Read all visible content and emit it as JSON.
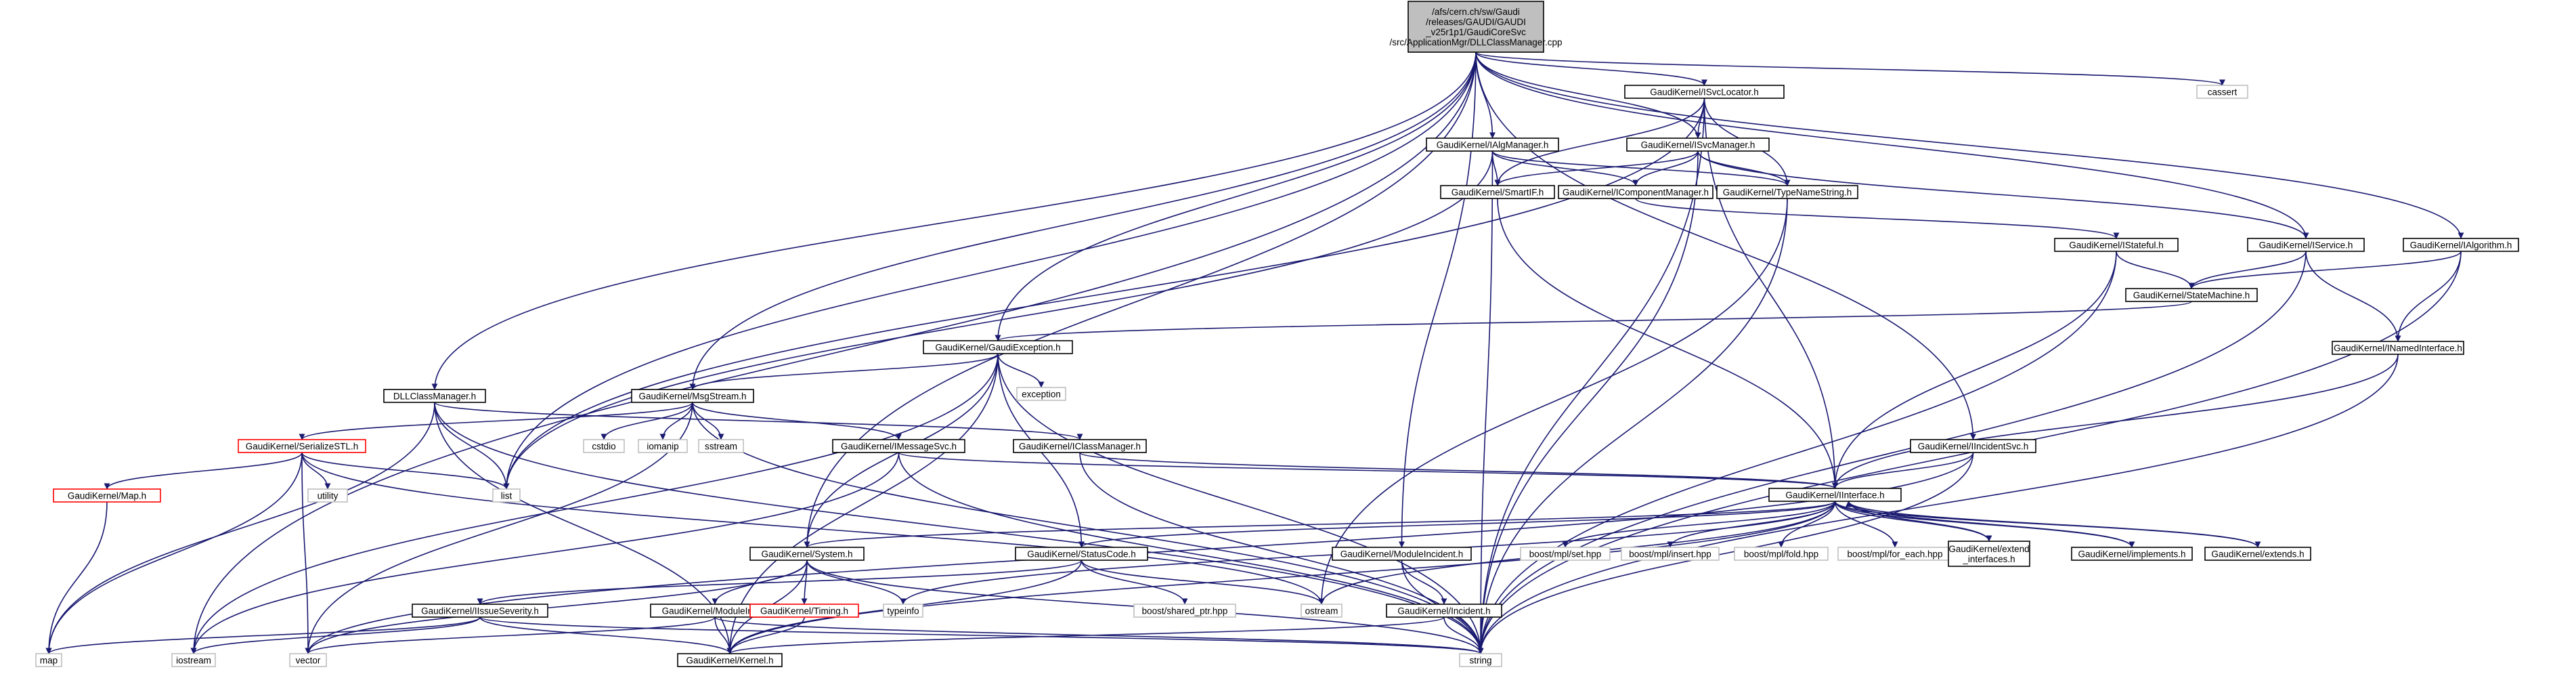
{
  "diagram": {
    "type": "include-dependency-graph",
    "colors": {
      "edge": "#191970",
      "root_fill": "#bfbfbf",
      "node_border": "#000000",
      "leaf_border": "#bfbfbf",
      "broken_border": "#ff0000"
    },
    "nodes": [
      {
        "id": "root",
        "label": "/afs/cern.ch/sw/Gaudi\n/releases/GAUDI/GAUDI\n_v25r1p1/GaudiCoreSvc\n/src/ApplicationMgr/DLLClassManager.cpp",
        "kind": "root"
      },
      {
        "id": "isvclocator",
        "label": "GaudiKernel/ISvcLocator.h",
        "kind": "normal"
      },
      {
        "id": "cassert",
        "label": "cassert",
        "kind": "system"
      },
      {
        "id": "ialgmanager",
        "label": "GaudiKernel/IAlgManager.h",
        "kind": "normal"
      },
      {
        "id": "isvcmanager",
        "label": "GaudiKernel/ISvcManager.h",
        "kind": "normal"
      },
      {
        "id": "smartif",
        "label": "GaudiKernel/SmartIF.h",
        "kind": "normal"
      },
      {
        "id": "icompmgr",
        "label": "GaudiKernel/IComponentManager.h",
        "kind": "normal"
      },
      {
        "id": "typename",
        "label": "GaudiKernel/TypeNameString.h",
        "kind": "normal"
      },
      {
        "id": "istateful",
        "label": "GaudiKernel/IStateful.h",
        "kind": "normal"
      },
      {
        "id": "iservice",
        "label": "GaudiKernel/IService.h",
        "kind": "normal"
      },
      {
        "id": "ialgorithm",
        "label": "GaudiKernel/IAlgorithm.h",
        "kind": "normal"
      },
      {
        "id": "statemachine",
        "label": "GaudiKernel/StateMachine.h",
        "kind": "normal"
      },
      {
        "id": "gaudiexc",
        "label": "GaudiKernel/GaudiException.h",
        "kind": "normal"
      },
      {
        "id": "inamedif",
        "label": "GaudiKernel/INamedInterface.h",
        "kind": "normal"
      },
      {
        "id": "exception",
        "label": "exception",
        "kind": "system"
      },
      {
        "id": "dllclassmgr",
        "label": "DLLClassManager.h",
        "kind": "normal"
      },
      {
        "id": "msgstream",
        "label": "GaudiKernel/MsgStream.h",
        "kind": "normal"
      },
      {
        "id": "serializestl",
        "label": "GaudiKernel/SerializeSTL.h",
        "kind": "broken"
      },
      {
        "id": "gkmap",
        "label": "GaudiKernel/Map.h",
        "kind": "broken"
      },
      {
        "id": "utility",
        "label": "utility",
        "kind": "system"
      },
      {
        "id": "list",
        "label": "list",
        "kind": "system"
      },
      {
        "id": "cstdio",
        "label": "cstdio",
        "kind": "system"
      },
      {
        "id": "iomanip",
        "label": "iomanip",
        "kind": "system"
      },
      {
        "id": "sstream",
        "label": "sstream",
        "kind": "system"
      },
      {
        "id": "imessagesvc",
        "label": "GaudiKernel/IMessageSvc.h",
        "kind": "normal"
      },
      {
        "id": "iclassmgr",
        "label": "GaudiKernel/IClassManager.h",
        "kind": "normal"
      },
      {
        "id": "iincidentsvc",
        "label": "GaudiKernel/IIncidentSvc.h",
        "kind": "normal"
      },
      {
        "id": "iinterface",
        "label": "GaudiKernel/IInterface.h",
        "kind": "normal"
      },
      {
        "id": "system",
        "label": "GaudiKernel/System.h",
        "kind": "normal"
      },
      {
        "id": "statuscode",
        "label": "GaudiKernel/StatusCode.h",
        "kind": "normal"
      },
      {
        "id": "modincident",
        "label": "GaudiKernel/ModuleIncident.h",
        "kind": "normal"
      },
      {
        "id": "mplset",
        "label": "boost/mpl/set.hpp",
        "kind": "system"
      },
      {
        "id": "mplinsert",
        "label": "boost/mpl/insert.hpp",
        "kind": "system"
      },
      {
        "id": "mplfold",
        "label": "boost/mpl/fold.hpp",
        "kind": "system"
      },
      {
        "id": "mplforeach",
        "label": "boost/mpl/for_each.hpp",
        "kind": "system"
      },
      {
        "id": "extendif",
        "label": "GaudiKernel/extend\n_interfaces.h",
        "kind": "normal"
      },
      {
        "id": "implements",
        "label": "GaudiKernel/implements.h",
        "kind": "normal"
      },
      {
        "id": "extends",
        "label": "GaudiKernel/extends.h",
        "kind": "normal"
      },
      {
        "id": "iissueseverity",
        "label": "GaudiKernel/IIssueSeverity.h",
        "kind": "normal"
      },
      {
        "id": "moduleinfo",
        "label": "GaudiKernel/ModuleInfo.h",
        "kind": "normal"
      },
      {
        "id": "timing",
        "label": "GaudiKernel/Timing.h",
        "kind": "broken"
      },
      {
        "id": "typeinfo",
        "label": "typeinfo",
        "kind": "system"
      },
      {
        "id": "sharedptr",
        "label": "boost/shared_ptr.hpp",
        "kind": "system"
      },
      {
        "id": "ostream",
        "label": "ostream",
        "kind": "system"
      },
      {
        "id": "incident",
        "label": "GaudiKernel/Incident.h",
        "kind": "normal"
      },
      {
        "id": "map",
        "label": "map",
        "kind": "system"
      },
      {
        "id": "iostream",
        "label": "iostream",
        "kind": "system"
      },
      {
        "id": "vector",
        "label": "vector",
        "kind": "system"
      },
      {
        "id": "kernel",
        "label": "GaudiKernel/Kernel.h",
        "kind": "normal"
      },
      {
        "id": "string",
        "label": "string",
        "kind": "system"
      }
    ],
    "edges": [
      [
        "root",
        "isvclocator"
      ],
      [
        "root",
        "cassert"
      ],
      [
        "root",
        "ialgmanager"
      ],
      [
        "root",
        "isvcmanager"
      ],
      [
        "root",
        "iservice"
      ],
      [
        "root",
        "ialgorithm"
      ],
      [
        "root",
        "gaudiexc"
      ],
      [
        "root",
        "dllclassmgr"
      ],
      [
        "root",
        "msgstream"
      ],
      [
        "root",
        "iincidentsvc"
      ],
      [
        "root",
        "system"
      ],
      [
        "root",
        "modincident"
      ],
      [
        "root",
        "list"
      ],
      [
        "root",
        "iostream"
      ],
      [
        "isvclocator",
        "isvcmanager"
      ],
      [
        "isvclocator",
        "smartif"
      ],
      [
        "isvclocator",
        "typename"
      ],
      [
        "isvclocator",
        "iinterface"
      ],
      [
        "isvclocator",
        "list"
      ],
      [
        "isvclocator",
        "string"
      ],
      [
        "ialgmanager",
        "smartif"
      ],
      [
        "ialgmanager",
        "icompmgr"
      ],
      [
        "ialgmanager",
        "typename"
      ],
      [
        "ialgmanager",
        "list"
      ],
      [
        "ialgmanager",
        "string"
      ],
      [
        "isvcmanager",
        "smartif"
      ],
      [
        "isvcmanager",
        "icompmgr"
      ],
      [
        "isvcmanager",
        "typename"
      ],
      [
        "isvcmanager",
        "iservice"
      ],
      [
        "isvcmanager",
        "string"
      ],
      [
        "smartif",
        "iinterface"
      ],
      [
        "icompmgr",
        "istateful"
      ],
      [
        "typename",
        "ostream"
      ],
      [
        "typename",
        "string"
      ],
      [
        "istateful",
        "statemachine"
      ],
      [
        "istateful",
        "iinterface"
      ],
      [
        "istateful",
        "string"
      ],
      [
        "iservice",
        "statemachine"
      ],
      [
        "iservice",
        "inamedif"
      ],
      [
        "iservice",
        "string"
      ],
      [
        "ialgorithm",
        "statemachine"
      ],
      [
        "ialgorithm",
        "inamedif"
      ],
      [
        "ialgorithm",
        "string"
      ],
      [
        "statemachine",
        "gaudiexc"
      ],
      [
        "inamedif",
        "iinterface"
      ],
      [
        "inamedif",
        "string"
      ],
      [
        "gaudiexc",
        "msgstream"
      ],
      [
        "gaudiexc",
        "exception"
      ],
      [
        "gaudiexc",
        "system"
      ],
      [
        "gaudiexc",
        "statuscode"
      ],
      [
        "gaudiexc",
        "iostream"
      ],
      [
        "gaudiexc",
        "kernel"
      ],
      [
        "gaudiexc",
        "string"
      ],
      [
        "dllclassmgr",
        "iclassmgr"
      ],
      [
        "dllclassmgr",
        "list"
      ],
      [
        "dllclassmgr",
        "map"
      ],
      [
        "dllclassmgr",
        "kernel"
      ],
      [
        "dllclassmgr",
        "string"
      ],
      [
        "msgstream",
        "serializestl"
      ],
      [
        "msgstream",
        "cstdio"
      ],
      [
        "msgstream",
        "iomanip"
      ],
      [
        "msgstream",
        "sstream"
      ],
      [
        "msgstream",
        "imessagesvc"
      ],
      [
        "msgstream",
        "vector"
      ],
      [
        "msgstream",
        "string"
      ],
      [
        "serializestl",
        "gkmap"
      ],
      [
        "serializestl",
        "utility"
      ],
      [
        "serializestl",
        "list"
      ],
      [
        "serializestl",
        "map"
      ],
      [
        "serializestl",
        "vector"
      ],
      [
        "serializestl",
        "ostream"
      ],
      [
        "gkmap",
        "map"
      ],
      [
        "imessagesvc",
        "iinterface"
      ],
      [
        "imessagesvc",
        "iostream"
      ],
      [
        "imessagesvc",
        "string"
      ],
      [
        "iclassmgr",
        "iinterface"
      ],
      [
        "iclassmgr",
        "string"
      ],
      [
        "iincidentsvc",
        "iinterface"
      ],
      [
        "iincidentsvc",
        "vector"
      ],
      [
        "iincidentsvc",
        "string"
      ],
      [
        "iinterface",
        "system"
      ],
      [
        "iinterface",
        "statuscode"
      ],
      [
        "iinterface",
        "typeinfo"
      ],
      [
        "iinterface",
        "ostream"
      ],
      [
        "iinterface",
        "mplset"
      ],
      [
        "iinterface",
        "mplinsert"
      ],
      [
        "iinterface",
        "mplfold"
      ],
      [
        "iinterface",
        "mplforeach"
      ],
      [
        "iinterface",
        "extendif"
      ],
      [
        "iinterface",
        "implements"
      ],
      [
        "iinterface",
        "extends"
      ],
      [
        "iinterface",
        "kernel"
      ],
      [
        "extendif",
        "iinterface"
      ],
      [
        "implements",
        "iinterface"
      ],
      [
        "extends",
        "iinterface"
      ],
      [
        "system",
        "moduleinfo"
      ],
      [
        "system",
        "timing"
      ],
      [
        "system",
        "typeinfo"
      ],
      [
        "system",
        "vector"
      ],
      [
        "system",
        "kernel"
      ],
      [
        "system",
        "string"
      ],
      [
        "statuscode",
        "iissueseverity"
      ],
      [
        "statuscode",
        "sharedptr"
      ],
      [
        "statuscode",
        "ostream"
      ],
      [
        "statuscode",
        "kernel"
      ],
      [
        "modincident",
        "incident"
      ],
      [
        "modincident",
        "string"
      ],
      [
        "iissueseverity",
        "map"
      ],
      [
        "iissueseverity",
        "iostream"
      ],
      [
        "iissueseverity",
        "kernel"
      ],
      [
        "iissueseverity",
        "string"
      ],
      [
        "moduleinfo",
        "vector"
      ],
      [
        "moduleinfo",
        "kernel"
      ],
      [
        "moduleinfo",
        "string"
      ],
      [
        "timing",
        "kernel"
      ],
      [
        "incident",
        "kernel"
      ],
      [
        "incident",
        "string"
      ]
    ]
  }
}
